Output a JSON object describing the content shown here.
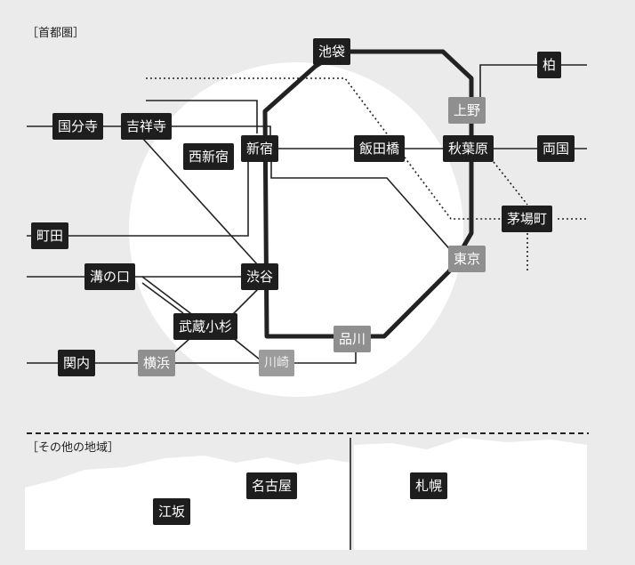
{
  "sections": {
    "metro_label": "［首都圏］",
    "other_label": "［その他の地域］"
  },
  "stations": {
    "ikebukuro": "池袋",
    "kashiwa": "柏",
    "ueno": "上野",
    "kokubunji": "国分寺",
    "kichijoji": "吉祥寺",
    "nishishinjuku": "西新宿",
    "shinjuku": "新宿",
    "iidabashi": "飯田橋",
    "akihabara": "秋葉原",
    "ryogoku": "両国",
    "kayabacho": "茅場町",
    "machida": "町田",
    "tokyo": "東京",
    "mizonokuchi": "溝の口",
    "shibuya": "渋谷",
    "musashikosugi": "武蔵小杉",
    "shinagawa": "品川",
    "kannai": "関内",
    "yokohama": "横浜",
    "kawasaki": "川崎",
    "nagoya": "名古屋",
    "esaka": "江坂",
    "sapporo": "札幌"
  },
  "colors": {
    "background": "#ebebeb",
    "station_dark": "#1e1e1e",
    "station_gray": "#8f8f8f",
    "line": "#222222",
    "circle": "#ffffff"
  }
}
